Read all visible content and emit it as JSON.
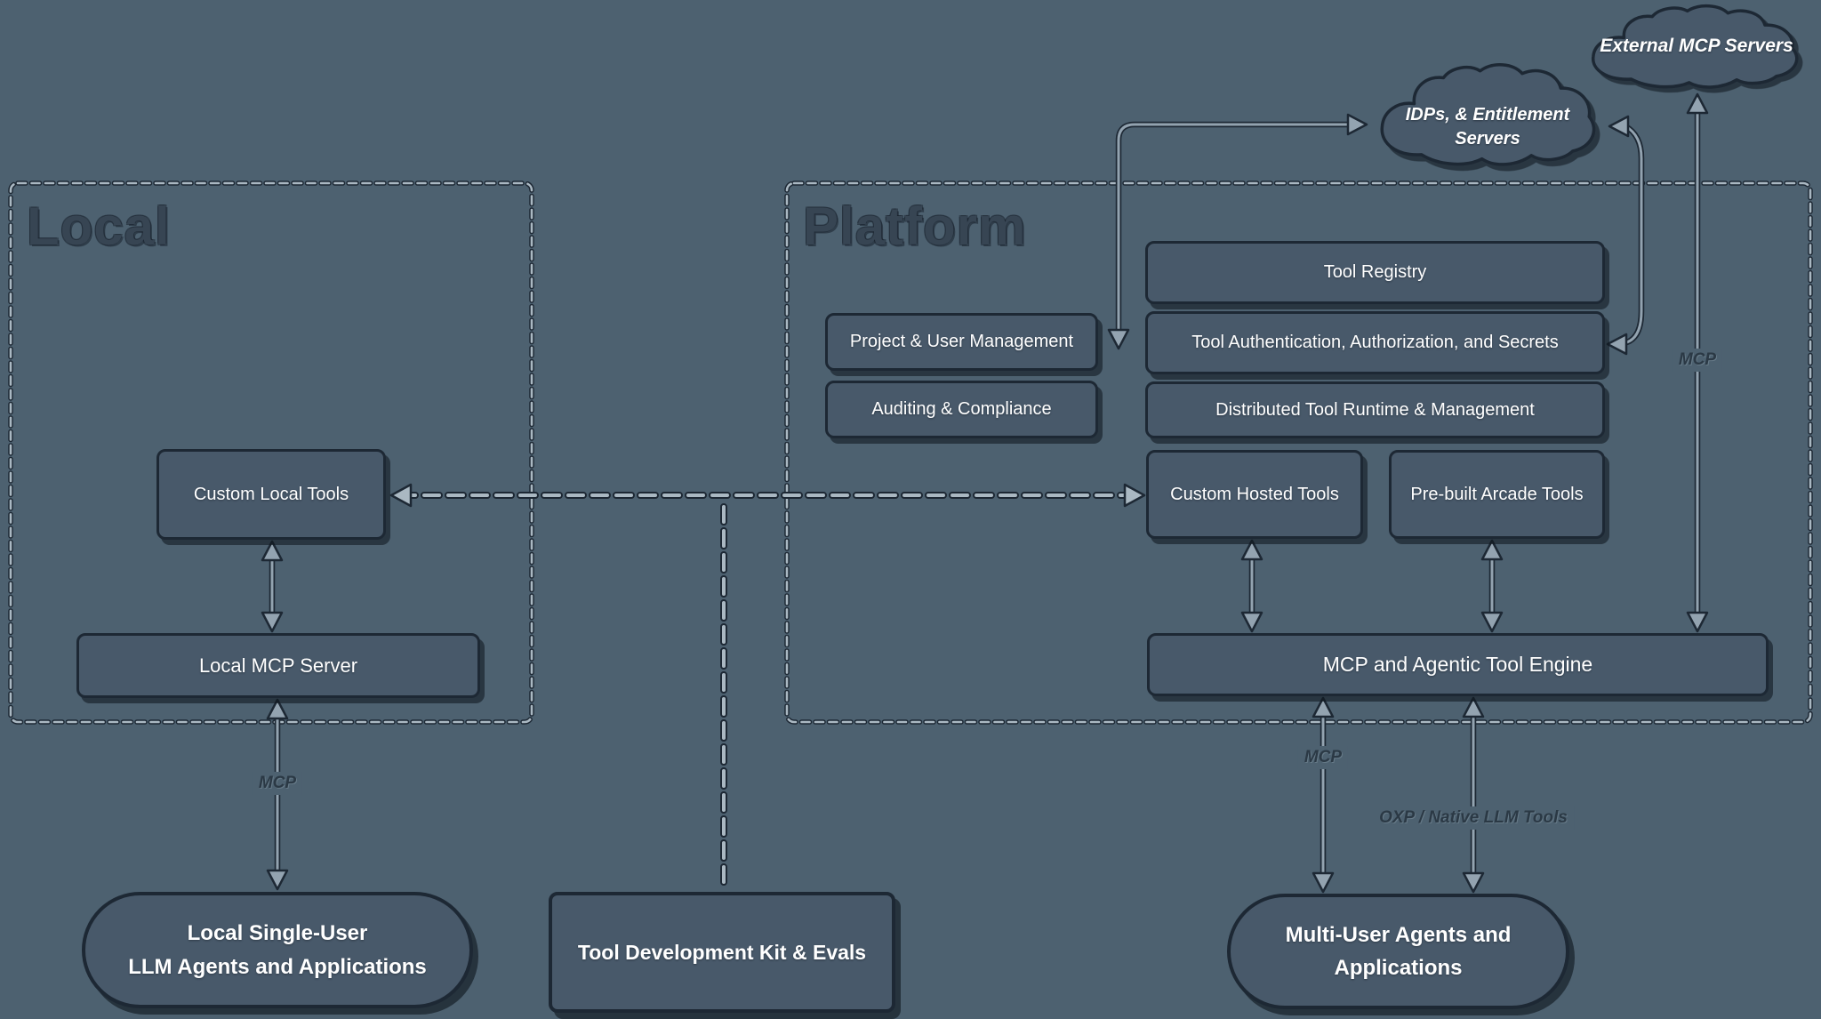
{
  "colors": {
    "bg": "#4d6170",
    "box": "#48596a",
    "ink": "#1d2834",
    "dash": "#aab8c2",
    "arrow": "#93a3b0",
    "title": "#374553",
    "label": "#2b3945",
    "text": "#ffffff"
  },
  "regions": {
    "local": {
      "title": "Local"
    },
    "platform": {
      "title": "Platform"
    }
  },
  "clouds": {
    "external_mcp": {
      "label": "External MCP Servers"
    },
    "idps": {
      "line1": "IDPs, & Entitlement",
      "line2": "Servers"
    }
  },
  "nodes": {
    "custom_local_tools": "Custom Local Tools",
    "local_mcp_server": "Local MCP Server",
    "local_agents": {
      "line1": "Local Single-User",
      "line2": "LLM Agents and Applications"
    },
    "tdk": "Tool Development Kit & Evals",
    "project_user_management": "Project & User Management",
    "auditing_compliance": "Auditing & Compliance",
    "tool_registry": "Tool Registry",
    "tool_auth": "Tool Authentication, Authorization, and Secrets",
    "distributed_runtime": "Distributed Tool Runtime & Management",
    "custom_hosted_tools": "Custom Hosted Tools",
    "prebuilt_arcade_tools": "Pre-built Arcade Tools",
    "tool_engine": "MCP and Agentic Tool Engine",
    "multi_user_agents": {
      "line1": "Multi-User Agents and",
      "line2": "Applications"
    }
  },
  "edge_labels": {
    "local_mcp": "MCP",
    "platform_mcp": "MCP",
    "external_mcp": "MCP",
    "oxp": "OXP / Native LLM Tools"
  }
}
